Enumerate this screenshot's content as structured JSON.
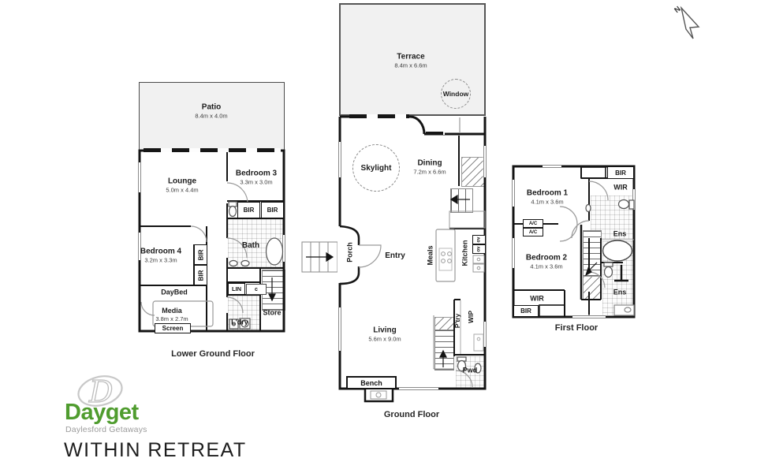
{
  "title": "WITHIN RETREAT",
  "compass": {
    "north": "N"
  },
  "brand": {
    "monogram": "D",
    "name": "Dayget",
    "tagline": "Daylesford Getaways",
    "property_title": "WITHIN RETREAT",
    "green": "#4f9c2e",
    "grey": "#9b9b9b"
  },
  "floors": {
    "lower": {
      "caption": "Lower Ground Floor",
      "patio": {
        "name": "Patio",
        "dims": "8.4m x 4.0m"
      },
      "lounge": {
        "name": "Lounge",
        "dims": "5.0m x 4.4m"
      },
      "bedroom3": {
        "name": "Bedroom 3",
        "dims": "3.3m x 3.0m"
      },
      "bedroom4": {
        "name": "Bedroom 4",
        "dims": "3.2m x 3.3m"
      },
      "bath": {
        "name": "Bath"
      },
      "daybed": {
        "name": "DayBed"
      },
      "media": {
        "name": "Media",
        "dims": "3.8m x 2.7m"
      },
      "screen": {
        "name": "Screen"
      },
      "lin": {
        "name": "LIN"
      },
      "cupboard": {
        "name": "c"
      },
      "laundry": {
        "name": "L'dry"
      },
      "store": {
        "name": "Store"
      },
      "bir_top_left": {
        "name": "BIR"
      },
      "bir_top_right": {
        "name": "BIR"
      },
      "bir_left_upper": {
        "name": "BIR"
      },
      "bir_left_lower": {
        "name": "BIR"
      }
    },
    "ground": {
      "caption": "Ground Floor",
      "terrace": {
        "name": "Terrace",
        "dims": "8.4m x 6.6m"
      },
      "window": {
        "name": "Window"
      },
      "skylight": {
        "name": "Skylight"
      },
      "dining": {
        "name": "Dining",
        "dims": "7.2m x 6.6m"
      },
      "porch": {
        "name": "Porch"
      },
      "entry": {
        "name": "Entry"
      },
      "meals": {
        "name": "Meals"
      },
      "kitchen": {
        "name": "Kitchen"
      },
      "oven_upper": {
        "name": "ov"
      },
      "oven_lower": {
        "name": "ov"
      },
      "living": {
        "name": "Living",
        "dims": "5.6m x 9.0m"
      },
      "pantry": {
        "name": "P'try"
      },
      "wip": {
        "name": "WIP"
      },
      "powder": {
        "name": "Pwd"
      },
      "bench": {
        "name": "Bench"
      }
    },
    "first": {
      "caption": "First Floor",
      "bedroom1": {
        "name": "Bedroom 1",
        "dims": "4.1m x 3.6m"
      },
      "bedroom2": {
        "name": "Bedroom 2",
        "dims": "4.1m x 3.6m"
      },
      "bir_top": {
        "name": "BIR"
      },
      "wir_top": {
        "name": "WIR"
      },
      "ac_upper": {
        "name": "A/C"
      },
      "ac_lower": {
        "name": "A/C"
      },
      "ens_upper": {
        "name": "Ens"
      },
      "ens_lower": {
        "name": "Ens"
      },
      "wir_bottom": {
        "name": "WIR"
      },
      "bir_bottom": {
        "name": "BIR"
      }
    }
  }
}
